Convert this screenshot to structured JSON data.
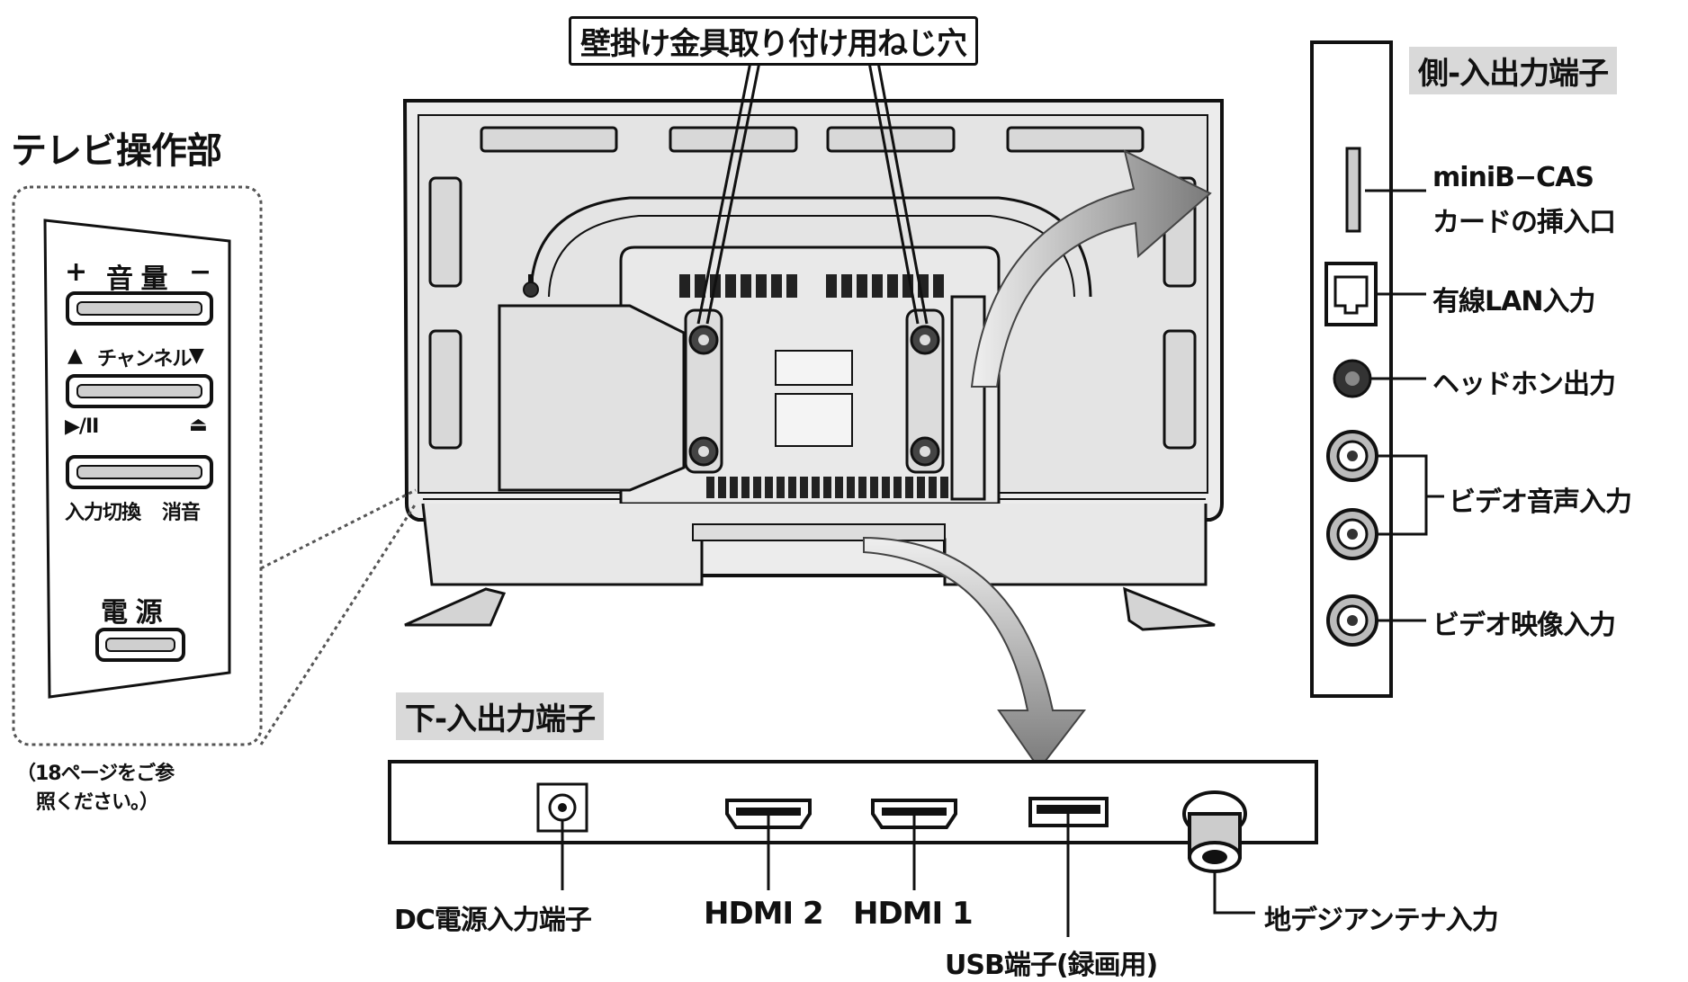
{
  "diagram": {
    "top_title": "壁掛け金具取り付け用ねじ穴",
    "tv_control": {
      "heading": "テレビ操作部",
      "rows": [
        {
          "left": "+",
          "center": "音 量",
          "right": "−"
        },
        {
          "left": "▲",
          "center": "チャンネル",
          "right": "▼"
        },
        {
          "left": "▶/II",
          "center": "",
          "right": "⏏"
        },
        {
          "left": "入力切換",
          "center": "",
          "right": "消音"
        }
      ],
      "power_label": "電 源",
      "note_line1": "（18ページをご参",
      "note_line2": "照ください。）"
    },
    "side_panel": {
      "heading": "側-入出力端子",
      "labels": {
        "card_line1": "miniB−CAS",
        "card_line2": "カードの挿入口",
        "lan": "有線LAN入力",
        "headphone": "ヘッドホン出力",
        "audio_in": "ビデオ音声入力",
        "video_in": "ビデオ映像入力"
      }
    },
    "bottom_panel": {
      "heading": "下-入出力端子",
      "labels": {
        "dc": "DC電源入力端子",
        "hdmi2": "HDMI 2",
        "hdmi1": "HDMI 1",
        "usb": "USB端子(録画用)",
        "antenna": "地デジアンテナ入力"
      }
    }
  }
}
